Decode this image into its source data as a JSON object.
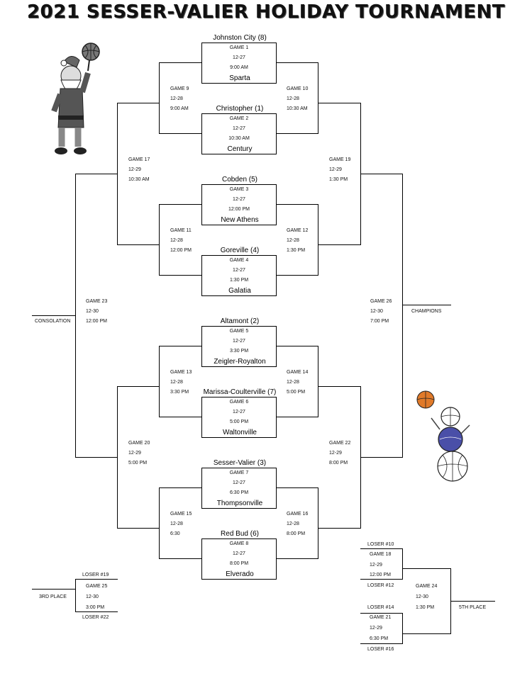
{
  "title": "2021 SESSER-VALIER HOLIDAY TOURNAMENT",
  "teams": [
    "Johnston City (8)",
    "Sparta",
    "Christopher (1)",
    "Century",
    "Cobden (5)",
    "New Athens",
    "Goreville (4)",
    "Galatia",
    "Altamont (2)",
    "Zeigler-Royalton",
    "Marissa-Coulterville (7)",
    "Waltonville",
    "Sesser-Valier (3)",
    "Thompsonville",
    "Red Bud (6)",
    "Elverado"
  ],
  "games": {
    "g1": {
      "name": "GAME 1",
      "date": "12-27",
      "time": "9:00 AM"
    },
    "g2": {
      "name": "GAME 2",
      "date": "12-27",
      "time": "10:30 AM"
    },
    "g3": {
      "name": "GAME 3",
      "date": "12-27",
      "time": "12:00 PM"
    },
    "g4": {
      "name": "GAME 4",
      "date": "12-27",
      "time": "1:30 PM"
    },
    "g5": {
      "name": "GAME 5",
      "date": "12-27",
      "time": "3:30 PM"
    },
    "g6": {
      "name": "GAME 6",
      "date": "12-27",
      "time": "5:00 PM"
    },
    "g7": {
      "name": "GAME 7",
      "date": "12-27",
      "time": "6:30 PM"
    },
    "g8": {
      "name": "GAME 8",
      "date": "12-27",
      "time": "8:00 PM"
    },
    "g9": {
      "name": "GAME 9",
      "date": "12-28",
      "time": "9:00 AM"
    },
    "g10": {
      "name": "GAME 10",
      "date": "12-28",
      "time": "10:30 AM"
    },
    "g11": {
      "name": "GAME 11",
      "date": "12-28",
      "time": "12:00 PM"
    },
    "g12": {
      "name": "GAME 12",
      "date": "12-28",
      "time": "1:30 PM"
    },
    "g13": {
      "name": "GAME 13",
      "date": "12-28",
      "time": "3:30 PM"
    },
    "g14": {
      "name": "GAME 14",
      "date": "12-28",
      "time": "5:00 PM"
    },
    "g15": {
      "name": "GAME 15",
      "date": "12-28",
      "time": "6:30"
    },
    "g16": {
      "name": "GAME 16",
      "date": "12-28",
      "time": "8:00 PM"
    },
    "g17": {
      "name": "GAME 17",
      "date": "12-29",
      "time": "10:30 AM"
    },
    "g18": {
      "name": "GAME 18",
      "date": "12-29",
      "time": "12:00 PM"
    },
    "g19": {
      "name": "GAME 19",
      "date": "12-29",
      "time": "1:30 PM"
    },
    "g20": {
      "name": "GAME 20",
      "date": "12-29",
      "time": "5:00 PM"
    },
    "g21": {
      "name": "GAME 21",
      "date": "12-29",
      "time": "6:30 PM"
    },
    "g22": {
      "name": "GAME 22",
      "date": "12-29",
      "time": "8:00 PM"
    },
    "g23": {
      "name": "GAME 23",
      "date": "12-30",
      "time": "12:00 PM"
    },
    "g24": {
      "name": "GAME 24",
      "date": "12-30",
      "time": "1:30 PM"
    },
    "g25": {
      "name": "GAME 25",
      "date": "12-30",
      "time": "3:00 PM"
    },
    "g26": {
      "name": "GAME 26",
      "date": "12-30",
      "time": "7:00 PM"
    }
  },
  "places": {
    "consolation": "CONSOLATION",
    "champions": "CHAMPIONS",
    "third": "3RD PLACE",
    "fifth": "5TH PLACE"
  },
  "losers": {
    "l19": "LOSER #19",
    "l22": "LOSER #22",
    "l10": "LOSER #10",
    "l12": "LOSER #12",
    "l14": "LOSER #14",
    "l16": "LOSER #16"
  },
  "colors": {
    "line": "#000000",
    "basketball": "#e07a2a",
    "snowman_scarf": "#3a3f9a"
  }
}
